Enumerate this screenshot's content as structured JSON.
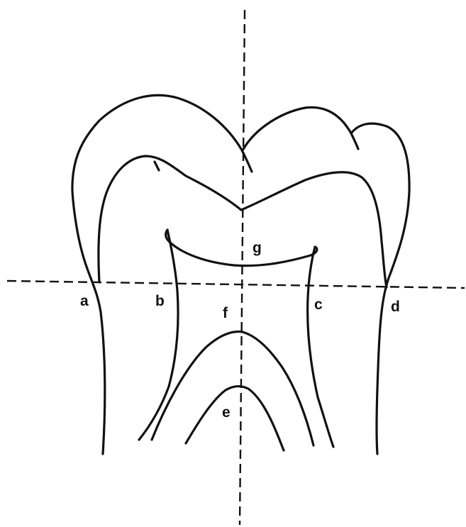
{
  "labels": {
    "a": "a",
    "b": "b",
    "c": "c",
    "d": "d",
    "e": "e",
    "f": "f",
    "g": "g"
  }
}
